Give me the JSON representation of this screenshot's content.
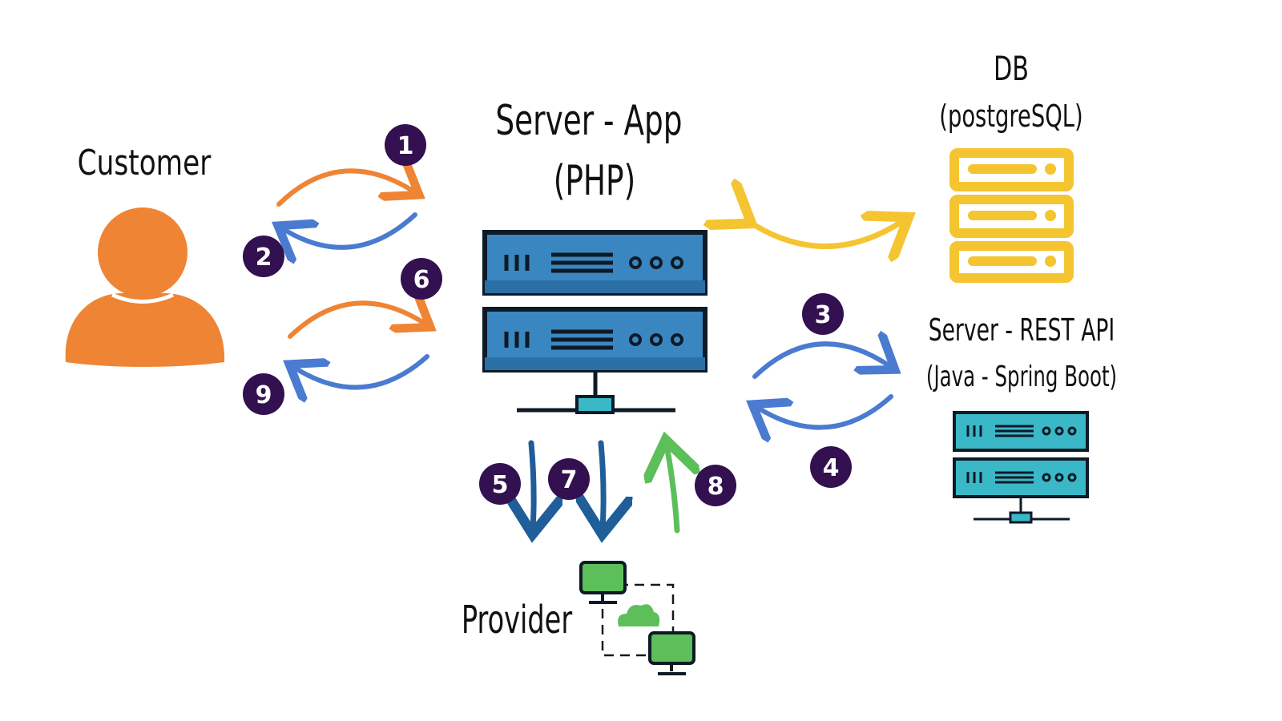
{
  "labels": {
    "customer": "Customer",
    "server_app": "Server - App",
    "server_app_tech": "(PHP)",
    "db": "DB",
    "db_tech": "(postgreSQL)",
    "rest_api": "Server - REST API",
    "rest_api_tech": "(Java - Spring Boot)",
    "provider": "Provider"
  },
  "steps": [
    "1",
    "2",
    "3",
    "4",
    "5",
    "6",
    "7",
    "8",
    "9"
  ],
  "icons": {
    "customer": "person-icon",
    "server_app": "server-icon",
    "db": "database-icon",
    "rest_api": "server-icon",
    "provider": "network-computers-cloud-icon"
  },
  "colors": {
    "orange": "#EE8434",
    "blue_arrow": "#4A7BD0",
    "yellow": "#F5C431",
    "green": "#5CBF5A",
    "dark_blue_arrow": "#1F5E99",
    "badge": "#33104F",
    "server_blue": "#3A86C0",
    "server_teal": "#3BB8C8",
    "outline": "#0E1A26"
  }
}
